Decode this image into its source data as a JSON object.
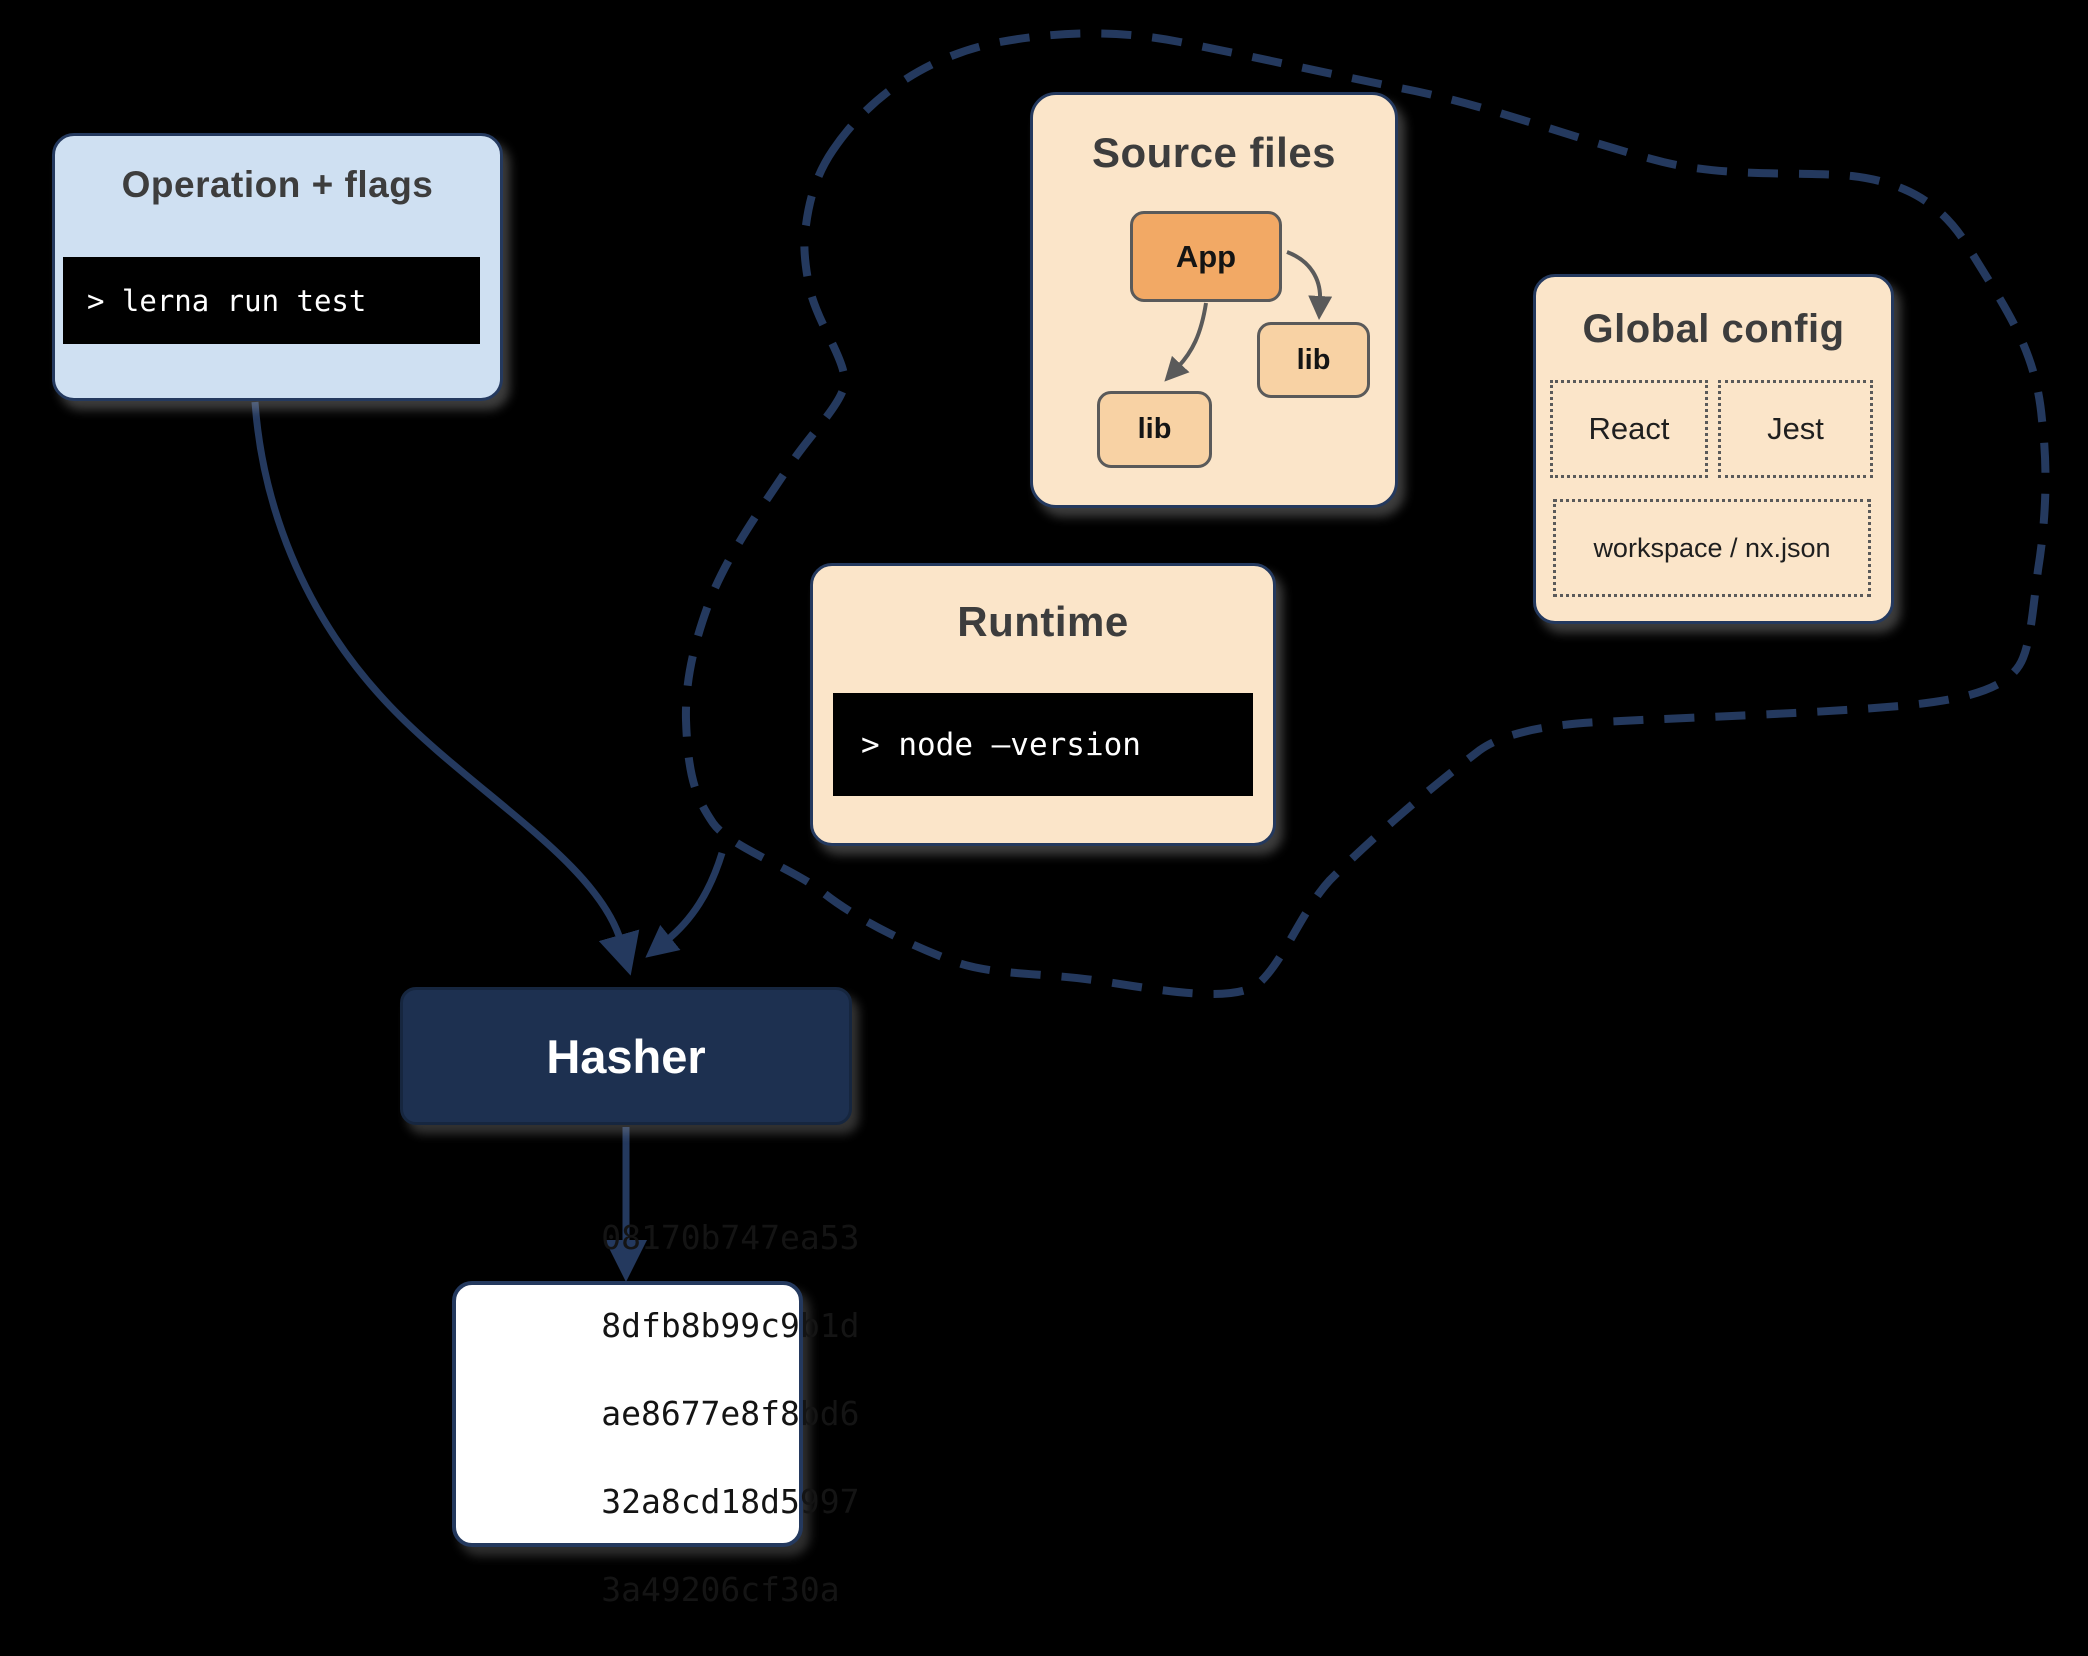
{
  "palette": {
    "background": "#000000",
    "navy": "#24395e",
    "hasher_fill": "#1d3050",
    "light_blue": "#cfe0f2",
    "peach": "#fbe5c9",
    "orange": "#f2a965",
    "light_orange": "#f8d2a4",
    "node_border": "#5a5a5a",
    "title_text": "#3d3d3d",
    "terminal_bg": "#000000",
    "terminal_text": "#ffffff"
  },
  "operation_box": {
    "title": "Operation + flags",
    "command": "> lerna run test"
  },
  "source_files": {
    "title": "Source files",
    "app_label": "App",
    "lib_right_label": "lib",
    "lib_left_label": "lib"
  },
  "global_config": {
    "title": "Global config",
    "item_react": "React",
    "item_jest": "Jest",
    "item_workspace": "workspace / nx.json"
  },
  "runtime": {
    "title": "Runtime",
    "command": "> node –version"
  },
  "hasher": {
    "label": "Hasher"
  },
  "hash_output": {
    "lines": [
      "08170b747ea53",
      "8dfb8b99c9b1d",
      "ae8677e8f8bd6",
      "32a8cd18d5997",
      "3a49206cf30a"
    ]
  }
}
